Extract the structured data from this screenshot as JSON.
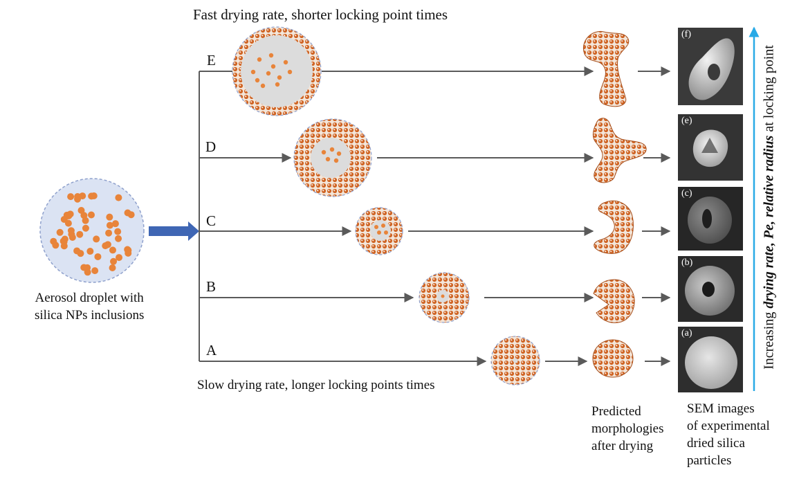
{
  "title_top": "Fast drying rate, shorter locking point times",
  "title_bottom": "Slow drying rate, longer locking points times",
  "droplet_caption": "Aerosol droplet with\nsilica NPs inclusions",
  "pathways": [
    {
      "label": "E",
      "sem_tag": "(f)"
    },
    {
      "label": "D",
      "sem_tag": "(e)"
    },
    {
      "label": "C",
      "sem_tag": "(c)"
    },
    {
      "label": "B",
      "sem_tag": "(b)"
    },
    {
      "label": "A",
      "sem_tag": "(a)"
    }
  ],
  "predicted_caption": "Predicted\nmorphologies\nafter drying",
  "sem_caption": "SEM images\nof experimental\ndried silica\nparticles",
  "axis_text": {
    "prefix": "Increasing ",
    "emph": "drying rate, Pe, relative radius",
    "suffix": " at locking point"
  },
  "colors": {
    "droplet_fill": "#dbe3f3",
    "np_orange": "#e8843a",
    "shell_orange": "#d2692a",
    "arrow_gray": "#5a5a5a",
    "feed_arrow": "#3f66b4",
    "axis_arrow": "#28a9e6"
  }
}
